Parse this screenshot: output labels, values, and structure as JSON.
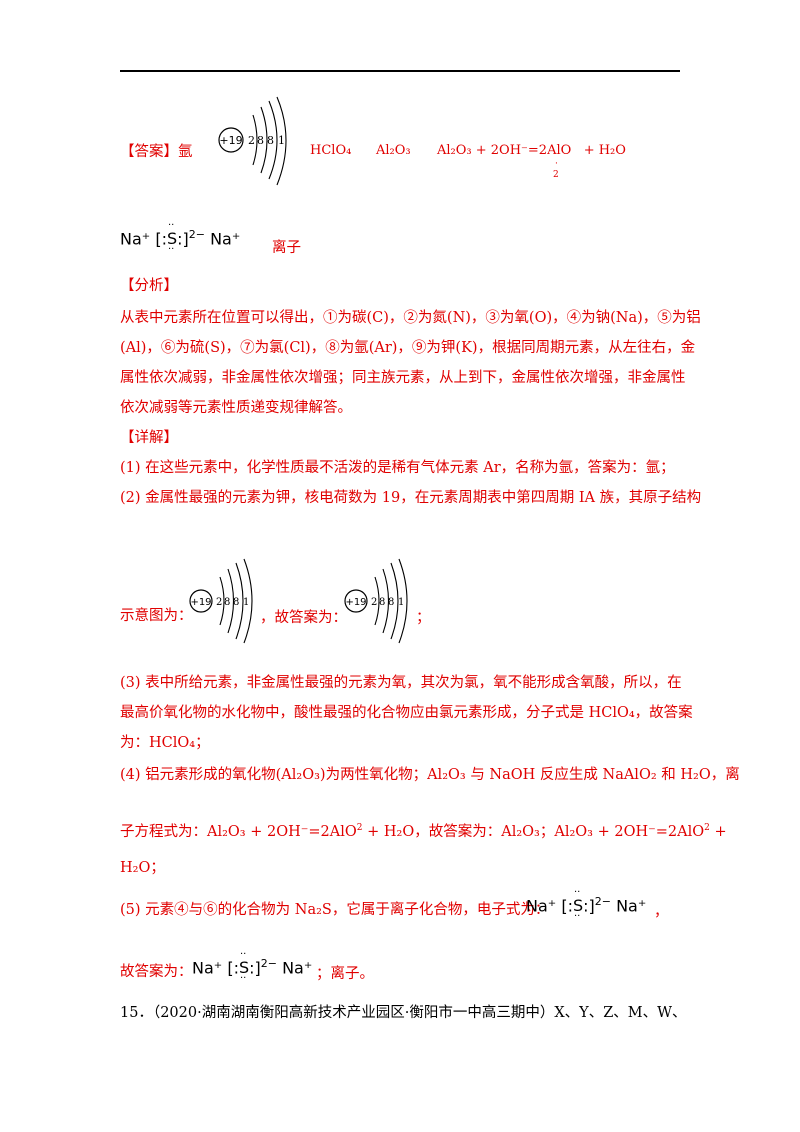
{
  "answer": {
    "tag": "【答案】",
    "element": "氩",
    "acid": "HClO₄",
    "oxide": "Al₂O₃",
    "equation": "Al₂O₃ + 2OH⁻=2AlO",
    "equation_tail": "+ H₂O",
    "equation_sub": "2",
    "ionic": "离子"
  },
  "atom": {
    "nucleus": "+19",
    "shells": [
      "2",
      "8",
      "8",
      "1"
    ]
  },
  "lewis": {
    "left": "Na⁺",
    "bracket_open": "[",
    "colon_l": ":",
    "S": "S",
    "colon_r": ":",
    "bracket_close": "]",
    "charge": "2−",
    "right": "Na⁺"
  },
  "analysis": {
    "tag": "【分析】",
    "lines": [
      "从表中元素所在位置可以得出，①为碳(C)，②为氮(N)，③为氧(O)，④为钠(Na)，⑤为铝",
      "(Al)，⑥为硫(S)，⑦为氯(Cl)，⑧为氩(Ar)，⑨为钾(K)，根据同周期元素，从左往右，金",
      "属性依次减弱，非金属性依次增强；同主族元素，从上到下，金属性依次增强，非金属性",
      "依次减弱等元素性质递变规律解答。"
    ]
  },
  "detail": {
    "tag": "【详解】",
    "l1": "(1)  在这些元素中，化学性质最不活泼的是稀有气体元素 Ar，名称为氩，答案为：氩；",
    "l2": "(2)  金属性最强的元素为钾，核电荷数为 19，在元素周期表中第四周期 IA 族，其原子结构",
    "l2b_a": "示意图为：",
    "l2b_b": "，故答案为：",
    "l2b_c": "；",
    "l3a": "(3)  表中所给元素，非金属性最强的元素为氧，其次为氯，氧不能形成含氧酸，所以，在",
    "l3b": "最高价氧化物的水化物中，酸性最强的化合物应由氯元素形成，分子式是 HClO₄，故答案",
    "l3c": "为：HClO₄；",
    "l4a": "(4)  铝元素形成的氧化物(Al₂O₃)为两性氧化物；Al₂O₃ 与 NaOH 反应生成 NaAlO₂ 和 H₂O，离",
    "l4b_1": "子方程式为：Al₂O₃ + 2OH⁻=2AlO",
    "l4b_2": "2",
    "l4b_3": " + H₂O，故答案为：Al₂O₃；Al₂O₃ + 2OH⁻=2AlO",
    "l4b_4": "2",
    "l4b_5": " +",
    "l4c": "H₂O；",
    "l5a": "(5)  元素④与⑥的化合物为 Na₂S，它属于离子化合物，电子式为：",
    "l5a_end": "，",
    "l5b": "故答案为：",
    "l5b_end": "；离子。"
  },
  "next_question": "15．（2020·湖南湖南衡阳高新技术产业园区·衡阳市一中高三期中）X、Y、Z、M、W、"
}
